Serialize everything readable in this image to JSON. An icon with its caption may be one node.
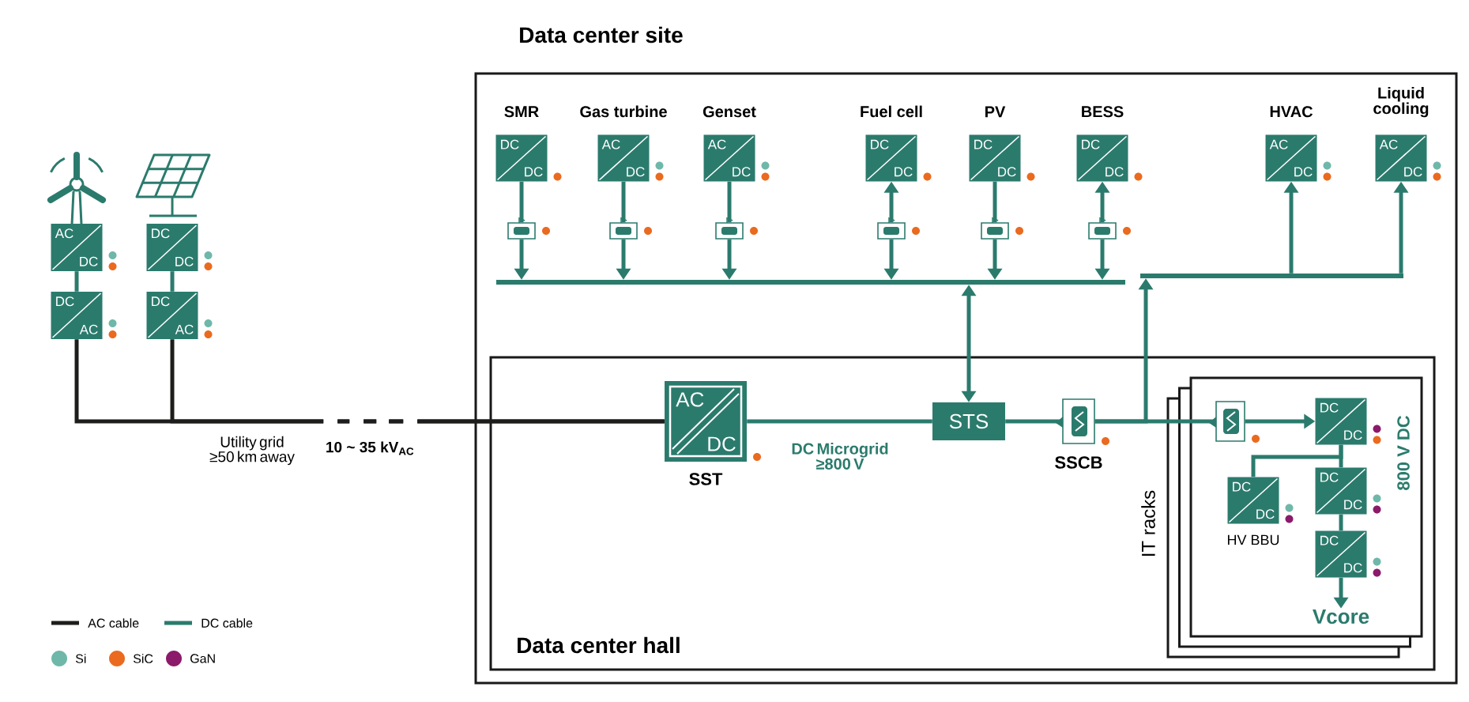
{
  "diagram": {
    "nodes": [
      {
        "text": [
          "AC",
          "DC"
        ]
      },
      {
        "text": [
          "DC",
          "DC"
        ]
      },
      {
        "text": [
          "DC",
          "AC"
        ]
      },
      {
        "text": [
          "DC",
          "AC"
        ]
      },
      {
        "text": [
          "Data center site"
        ]
      },
      {
        "text": [
          "SMR",
          "DC",
          "DC"
        ],
        "in": 4
      },
      {
        "text": [
          "Gas turbine",
          "AC",
          "DC"
        ],
        "in": 4
      },
      {
        "text": [
          "Genset",
          "AC",
          "DC"
        ],
        "in": 4
      },
      {
        "text": [
          "Fuel cell",
          "DC",
          "DC"
        ],
        "in": 4
      },
      {
        "text": [
          "PV",
          "DC",
          "DC"
        ],
        "in": 4
      },
      {
        "text": [
          "BESS",
          "DC",
          "DC"
        ],
        "in": 4
      },
      {
        "text": [
          "HVAC",
          "AC",
          "DC"
        ],
        "in": 4
      },
      {
        "text": [
          "Liquid cooling",
          "AC",
          "DC"
        ],
        "in": 4
      },
      {
        "text": [],
        "shape": "switch",
        "in": 4
      },
      {
        "text": [],
        "shape": "switch",
        "in": 4
      },
      {
        "text": [],
        "shape": "switch",
        "in": 4
      },
      {
        "text": [],
        "shape": "switch",
        "in": 4
      },
      {
        "text": [],
        "shape": "switch",
        "in": 4
      },
      {
        "text": [],
        "shape": "switch",
        "in": 4
      },
      {
        "text": [],
        "shape": "bar",
        "in": 4
      },
      {
        "text": [],
        "shape": "bar",
        "in": 4
      },
      {
        "text": [
          "Data center hall"
        ],
        "in": 4
      },
      {
        "text": [
          "AC",
          "DC",
          "SST"
        ],
        "in": 21
      },
      {
        "text": [
          "STS"
        ],
        "in": 21
      },
      {
        "text": [
          "SSCB"
        ],
        "in": 21
      },
      {
        "text": [
          "IT racks"
        ],
        "in": 21
      },
      {
        "text": [],
        "shape": "switch",
        "in": 25
      },
      {
        "text": [
          "DC",
          "DC"
        ],
        "in": 25
      },
      {
        "text": [
          "DC",
          "DC",
          "HV BBU"
        ],
        "in": 25
      },
      {
        "text": [
          "DC",
          "DC"
        ],
        "in": 25
      },
      {
        "text": [
          "DC",
          "DC"
        ],
        "in": 25
      },
      {
        "text": [
          "Vcore"
        ],
        "in": 25
      }
    ],
    "edges": [
      {
        "from": 0,
        "to": 2,
        "arrow": "none"
      },
      {
        "from": 1,
        "to": 3,
        "arrow": "none"
      },
      {
        "from": 2,
        "to": 22,
        "arrow": "none",
        "style": "dashed",
        "color": "#1d1d1b"
      },
      {
        "from": 3,
        "to": 22,
        "arrow": "none",
        "style": "dashed",
        "color": "#1d1d1b"
      },
      {
        "from": 5,
        "to": 13,
        "arrow": "none"
      },
      {
        "from": 6,
        "to": 14,
        "arrow": "none"
      },
      {
        "from": 7,
        "to": 15,
        "arrow": "none"
      },
      {
        "from": 16,
        "to": 8,
        "arrow": "to"
      },
      {
        "from": 9,
        "to": 17,
        "arrow": "none"
      },
      {
        "from": 18,
        "to": 10,
        "arrow": "to"
      },
      {
        "from": 13,
        "to": 19,
        "arrow": "to"
      },
      {
        "from": 14,
        "to": 19,
        "arrow": "to"
      },
      {
        "from": 15,
        "to": 19,
        "arrow": "to"
      },
      {
        "from": 16,
        "to": 19,
        "arrow": "to"
      },
      {
        "from": 17,
        "to": 19,
        "arrow": "to"
      },
      {
        "from": 18,
        "to": 19,
        "arrow": "to"
      },
      {
        "from": 19,
        "to": 23,
        "arrow": "both"
      },
      {
        "from": 22,
        "to": 23,
        "arrow": "none",
        "label": "DC Microgrid ≥800 V"
      },
      {
        "from": 23,
        "to": 24,
        "arrow": "none"
      },
      {
        "from": 24,
        "to": 26,
        "arrow": "none"
      },
      {
        "from": 24,
        "to": 20,
        "arrow": "to"
      },
      {
        "from": 20,
        "to": 11,
        "arrow": "to"
      },
      {
        "from": 20,
        "to": 12,
        "arrow": "to"
      },
      {
        "from": 26,
        "to": 27,
        "arrow": "to"
      },
      {
        "from": 27,
        "to": 29,
        "arrow": "none"
      },
      {
        "from": 27,
        "to": 28,
        "arrow": "none"
      },
      {
        "from": 29,
        "to": 30,
        "arrow": "none"
      },
      {
        "from": 30,
        "to": 31,
        "arrow": "to"
      }
    ],
    "labels": [
      "Utility grid ≥50 km away",
      "10 ~ 35 kV$_{AC}$",
      "800 V DC"
    ],
    "legend": [
      {
        "text": "AC cable"
      },
      {
        "text": "DC cable"
      },
      {
        "text": "Si",
        "color": "#6fb8a9"
      },
      {
        "text": "SiC",
        "color": "#ea6a1f"
      },
      {
        "text": "GaN",
        "color": "#8b1a6b"
      }
    ]
  }
}
